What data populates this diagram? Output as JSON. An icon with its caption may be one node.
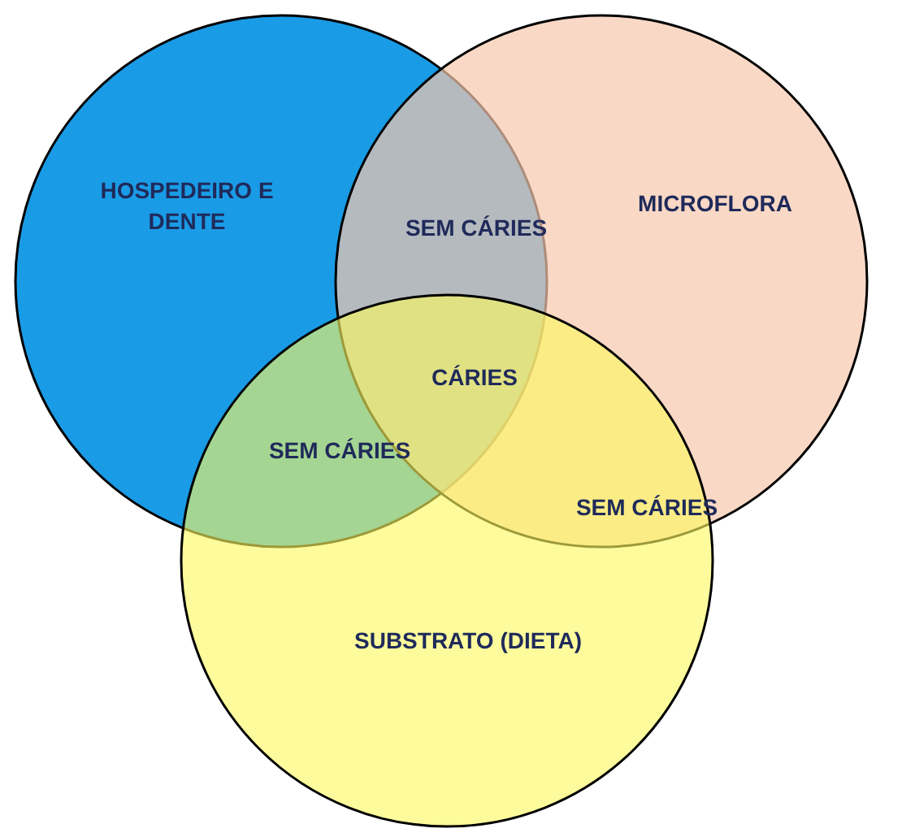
{
  "diagram": {
    "nodes": [
      {
        "text": [
          "HOSPEDEIRO E DENTE"
        ]
      },
      {
        "text": [
          "MICROFLORA"
        ]
      },
      {
        "text": [
          "SUBSTRATO (DIETA)"
        ]
      }
    ],
    "labels": [
      "SEM CÁRIES",
      "CÁRIES",
      "SEM CÁRIES",
      "SEM CÁRIES"
    ]
  }
}
